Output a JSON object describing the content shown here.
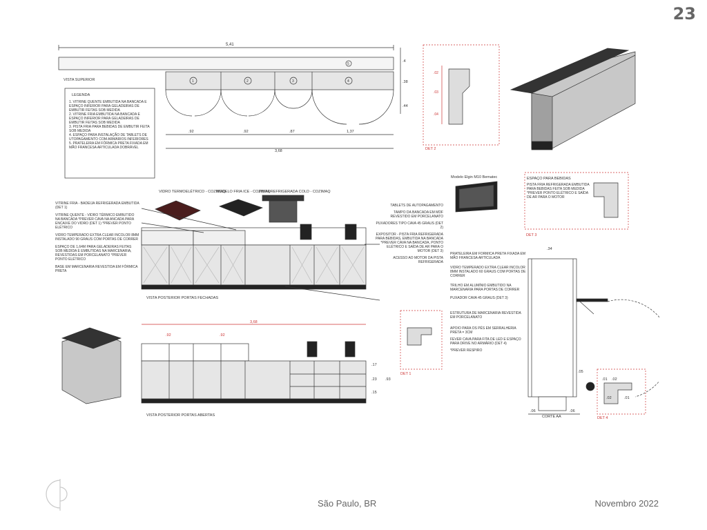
{
  "page_number": "23",
  "footer": {
    "city": "São Paulo, BR",
    "date": "Novembro 2022"
  },
  "plan": {
    "title": "VISTA SUPERIOR",
    "total_dim": "5,41",
    "sub_dim": "3,68",
    "module_dims": [
      ".92",
      ".92",
      ".87",
      "1,37"
    ],
    "depth_dims": [
      ".4",
      ".38",
      ".44"
    ],
    "module_numbers": [
      "1",
      "2",
      "3",
      "4"
    ],
    "shelf_number": "5"
  },
  "legend": {
    "title": "LEGENDA",
    "items": [
      "1. VITRINE QUENTE EMBUTIDA NA BANCADA E ESPAÇO INFERIOR PARA GELADEIRAS DE EMBUTIR FEITAS SOB MEDIDA",
      "2. VITRINE FRIA EMBUTIDA NA BANCADA E ESPAÇO INFERIOR PARA GELADEIRAS DE EMBUTIR FEITAS SOB MEDIDA",
      "3. PISTA FRIA PARA BEBIDAS DE EMBUTIR FEITA SOB MEDIDA",
      "4. ESPAÇO PARA INSTALAÇÃO DE TABLETS DE UTOPAGAMENTO COM ARMÁRIOS INFERIORES",
      "5. PRATELEIRA EM FÓRMICA PRETA FIXADA EM MÃO FRANCESA ARTICULADA DOBRÁVEL"
    ]
  },
  "det2": {
    "label": "DET 2",
    "dims": [
      ".02",
      ".03",
      ".04"
    ]
  },
  "equipment": [
    {
      "label": "VIDRO TERMOELÉTRICO - COZIMAQ"
    },
    {
      "label": "MODELO FRIA ICE - COZIMAQ"
    },
    {
      "label": "PISTA REFRIGERADA COLD - COZIMAQ"
    }
  ],
  "tablet_label": "Modelo Elgin M10 Bematec",
  "det3": {
    "label": "DET 3",
    "title": "ESPAÇO PARA BEBIDAS",
    "text": "PISTA FRIA REFRIGERADA EMBUTIDA PARA BEBIDAS FEITA SOB MEDIDA *PREVER PONTO ELÉTRICO E SAÍDA DE AR PARA O MOTOR"
  },
  "elev_closed": {
    "title": "VISTA POSTERIOR PORTAS FECHADAS",
    "left_notes": [
      "VITRINE FRIA - BADEIJA REFRIGERADA EMBUTIDA (DET 1)",
      "VITRINE QUENTE - VIDRO TÉRMICO EMBUTIDO NA BANCADA *PREVER CAVA NA ANCADA PARA ENCAIXE DO VIDRO (DET 1) *PREVER PONTO ELÉTRICO",
      "VIDRO TEMPERADO EXTRA CLEAR INCOLOR 8MM INSTALADO 90 GRAUS COM PORTAS DE CORRER",
      "ESPAÇO DE 1,64M PARA GELADEIRAS FEITAS SOB MEDIDA E EMBUTIDAS NA MARCENARIA, REVESTIDAS EM PORCELANATO *PREVER PONTO ELÉTRICO",
      "BASE EM MARCENARIA REVESTIDA EM FÓRMICA PRETA"
    ],
    "right_notes": [
      "TABLETS DE AUTOPAGAMENTO",
      "TAMPO DA BANCADA EM MDF REVESTIDO EM PORCELANATO",
      "PUXADORES TIPO CAVA 45 GRAUS (DET 2)",
      "EXPOSITOR - PISTA FRIA REFRIGERADA PARA BEBIDAS, EMBUTIDA NA BANCADA *PREVER CAVA NA BANCADA, PONTO ELÉTRICO E SAÍDA DE AR PARA O MOTOR (DET 3)",
      "ACESSO AO MOTOR DA PISTA REFRIGERADA"
    ]
  },
  "elev_open": {
    "title": "VISTA POSTERIOR PORTAS ABERTAS",
    "dims_top": [
      "3,68",
      ".92",
      ".92"
    ],
    "dims_side": [
      ".17",
      ".23",
      ".15",
      ".93"
    ]
  },
  "det1": {
    "label": "DET 1"
  },
  "section": {
    "title": "CORTE AA",
    "dims": [
      ".34",
      ".05",
      ".06",
      ".06"
    ],
    "notes": [
      "PRATELEIRA EM FÓRMICA PRETA FIXADA EM MÃO FRANCESA ARTICULADA",
      "VIDRO TEMPERADO EXTRA CLEAR INCOLOR 8MM INSTALADO 60 GRAUS COM PORTAS DE CORRER",
      "TRILHO EM ALUMÍNIO EMBUTIDO NA MARCENARIA PARA PORTAS DE CORRER",
      "PUXADOR CAVA 45 GRAUS (DET 3)",
      "ESTRUTURA DE MARCENARIA REVESTIDA EM PORCELANATO",
      "APOIO PARA OS PÉS EM SERRALHERIA PRETA = 3CM",
      "FEVER CAVA PARA FITA DE LED E ESPAÇO PARA DRIVE NO ARMÁRIO (DET 4)",
      "*PREVER RESPIRO"
    ]
  },
  "det4": {
    "label": "DET 4",
    "dims": [
      ".01",
      ".02",
      ".02",
      ".01"
    ]
  },
  "colors": {
    "red_detail": "#cc3333",
    "cabinet": "#e6e6e6",
    "base": "#222222"
  }
}
